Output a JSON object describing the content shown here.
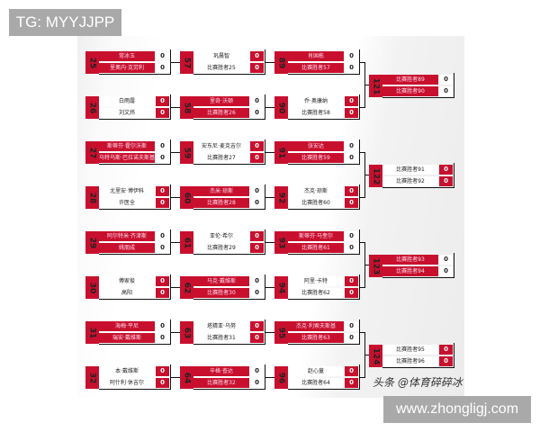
{
  "corner_tag": "TG: MYYJJPP",
  "footer_url": "www.zhongligj.com",
  "watermark": "头条 @体育碎碎冰",
  "colors": {
    "accent": "#c8102e"
  },
  "rounds": [
    {
      "matches": [
        {
          "number": "25",
          "players": [
            {
              "name": "常冰玉",
              "score": "0"
            },
            {
              "name": "里奥内·克劳利",
              "score": "0"
            }
          ]
        },
        {
          "number": "26",
          "players": [
            {
              "name": "白雨露",
              "score": "0"
            },
            {
              "name": "刘文炜",
              "score": "0"
            }
          ]
        },
        {
          "number": "27",
          "players": [
            {
              "name": "斯蒂芬·霍尔沃斯",
              "score": "0"
            },
            {
              "name": "马特乌斯·巴拉诺夫斯基",
              "score": "0"
            }
          ]
        },
        {
          "number": "28",
          "players": [
            {
              "name": "尤里安·博伊科",
              "score": "0"
            },
            {
              "name": "许医全",
              "score": "0"
            }
          ]
        },
        {
          "number": "29",
          "players": [
            {
              "name": "阿尔特米·齐津斯",
              "score": "0"
            },
            {
              "name": "姚朋成",
              "score": "0"
            }
          ]
        },
        {
          "number": "30",
          "players": [
            {
              "name": "傅家俊",
              "score": "0"
            },
            {
              "name": "高阳",
              "score": "0"
            }
          ]
        },
        {
          "number": "31",
          "players": [
            {
              "name": "海梅·平尼",
              "score": "0"
            },
            {
              "name": "瑞安·戴维斯",
              "score": "0"
            }
          ]
        },
        {
          "number": "32",
          "players": [
            {
              "name": "本·戴维斯",
              "score": "0"
            },
            {
              "name": "阿什利·休吉尔",
              "score": "0"
            }
          ]
        }
      ]
    },
    {
      "matches": [
        {
          "number": "57",
          "players": [
            {
              "name": "巩晨智",
              "score": "0"
            },
            {
              "name": "比赛胜者25",
              "score": "0"
            }
          ]
        },
        {
          "number": "58",
          "players": [
            {
              "name": "里奇·沃顿",
              "score": "0"
            },
            {
              "name": "比赛胜者26",
              "score": "0"
            }
          ]
        },
        {
          "number": "59",
          "players": [
            {
              "name": "安东尼·麦克吉尔",
              "score": "0"
            },
            {
              "name": "比赛胜者27",
              "score": "0"
            }
          ]
        },
        {
          "number": "60",
          "players": [
            {
              "name": "杰米·琼斯",
              "score": "0"
            },
            {
              "name": "比赛胜者28",
              "score": "0"
            }
          ]
        },
        {
          "number": "61",
          "players": [
            {
              "name": "亚伦·希尔",
              "score": "0"
            },
            {
              "name": "比赛胜者29",
              "score": "0"
            }
          ]
        },
        {
          "number": "62",
          "players": [
            {
              "name": "马克·戴维斯",
              "score": "0"
            },
            {
              "name": "比赛胜者30",
              "score": "0"
            }
          ]
        },
        {
          "number": "63",
          "players": [
            {
              "name": "塔猜亚·乌努",
              "score": "0"
            },
            {
              "name": "比赛胜者31",
              "score": "0"
            }
          ]
        },
        {
          "number": "64",
          "players": [
            {
              "name": "辛格·查达",
              "score": "0"
            },
            {
              "name": "比赛胜者32",
              "score": "0"
            }
          ]
        }
      ]
    },
    {
      "matches": [
        {
          "number": "89",
          "players": [
            {
              "name": "肖国栋",
              "score": "0"
            },
            {
              "name": "比赛胜者57",
              "score": "0"
            }
          ]
        },
        {
          "number": "90",
          "players": [
            {
              "name": "乔·奥康纳",
              "score": "0"
            },
            {
              "name": "比赛胜者58",
              "score": "0"
            }
          ]
        },
        {
          "number": "91",
          "players": [
            {
              "name": "张安达",
              "score": "0"
            },
            {
              "name": "比赛胜者59",
              "score": "0"
            }
          ]
        },
        {
          "number": "92",
          "players": [
            {
              "name": "杰克·琼斯",
              "score": "0"
            },
            {
              "name": "比赛胜者60",
              "score": "0"
            }
          ]
        },
        {
          "number": "93",
          "players": [
            {
              "name": "斯蒂芬·马奎尔",
              "score": "0"
            },
            {
              "name": "比赛胜者61",
              "score": "0"
            }
          ]
        },
        {
          "number": "94",
          "players": [
            {
              "name": "阿里·卡特",
              "score": "0"
            },
            {
              "name": "比赛胜者62",
              "score": "0"
            }
          ]
        },
        {
          "number": "95",
          "players": [
            {
              "name": "杰克·利索夫斯基",
              "score": "0"
            },
            {
              "name": "比赛胜者63",
              "score": "0"
            }
          ]
        },
        {
          "number": "96",
          "players": [
            {
              "name": "赵心童",
              "score": "0"
            },
            {
              "name": "比赛胜者64",
              "score": "0"
            }
          ]
        }
      ]
    },
    {
      "matches": [
        {
          "number": "121",
          "players": [
            {
              "name": "比赛胜者89",
              "score": "0"
            },
            {
              "name": "比赛胜者90",
              "score": "0"
            }
          ]
        },
        {
          "number": "122",
          "players": [
            {
              "name": "比赛胜者91",
              "score": "0"
            },
            {
              "name": "比赛胜者92",
              "score": "0"
            }
          ]
        },
        {
          "number": "123",
          "players": [
            {
              "name": "比赛胜者93",
              "score": "0"
            },
            {
              "name": "比赛胜者94",
              "score": "0"
            }
          ]
        },
        {
          "number": "124",
          "players": [
            {
              "name": "比赛胜者95",
              "score": "0"
            },
            {
              "name": "比赛胜者96",
              "score": "0"
            }
          ]
        }
      ]
    }
  ]
}
